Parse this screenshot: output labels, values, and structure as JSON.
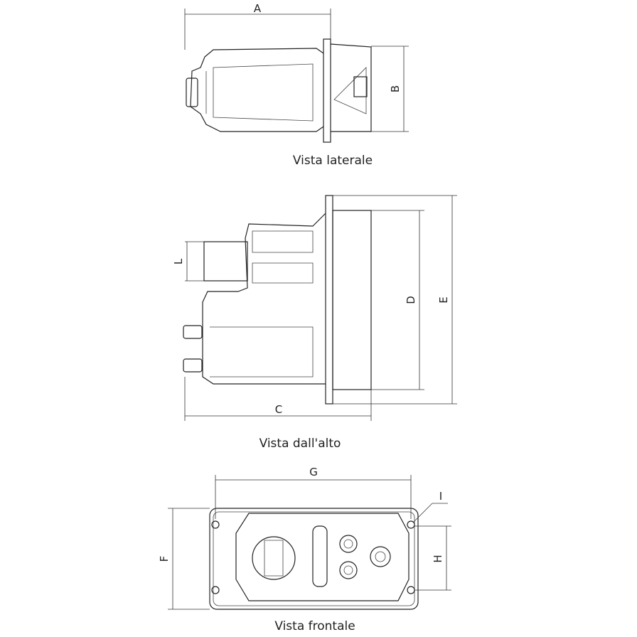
{
  "views": {
    "side": {
      "caption": "Vista laterale",
      "dims": {
        "a": "A",
        "b": "B"
      }
    },
    "top": {
      "caption": "Vista dall'alto",
      "dims": {
        "c": "C",
        "d": "D",
        "e": "E",
        "l": "L"
      }
    },
    "front": {
      "caption": "Vista frontale",
      "dims": {
        "f": "F",
        "g": "G",
        "h": "H",
        "i": "I"
      }
    }
  }
}
